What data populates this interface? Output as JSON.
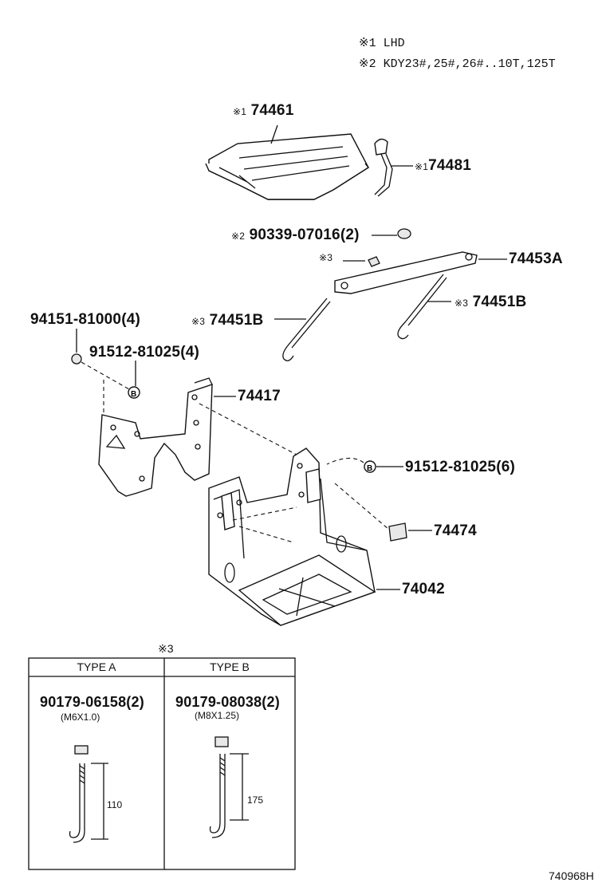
{
  "notes": [
    {
      "mark": "※1",
      "text": "LHD"
    },
    {
      "mark": "※2",
      "text": "KDY23#,25#,26#..10T,125T"
    }
  ],
  "parts": {
    "p74461": {
      "mark": "※1",
      "num": "74461"
    },
    "p74481": {
      "mark": "※1",
      "num": "74481"
    },
    "p90339": {
      "mark": "※2",
      "num": "90339-07016(2)"
    },
    "p74453A": {
      "mark": "※3",
      "num": "74453A"
    },
    "p94151": {
      "num": "94151-81000(4)"
    },
    "p74451B_left": {
      "mark": "※3",
      "num": "74451B"
    },
    "p74451B_right": {
      "mark": "※3",
      "num": "74451B"
    },
    "p91512_4": {
      "num": "91512-81025(4)"
    },
    "p74417": {
      "num": "74417"
    },
    "p91512_6": {
      "num": "91512-81025(6)"
    },
    "p74474": {
      "num": "74474"
    },
    "p74042": {
      "num": "74042"
    }
  },
  "table": {
    "mark": "※3",
    "type_a": {
      "header": "TYPE A",
      "part": "90179-06158(2)",
      "spec": "(M6X1.0)",
      "length": "110"
    },
    "type_b": {
      "header": "TYPE B",
      "part": "90179-08038(2)",
      "spec": "(M8X1.25)",
      "length": "175"
    }
  },
  "bolt_marker": "B",
  "diagram_id": "740968H"
}
